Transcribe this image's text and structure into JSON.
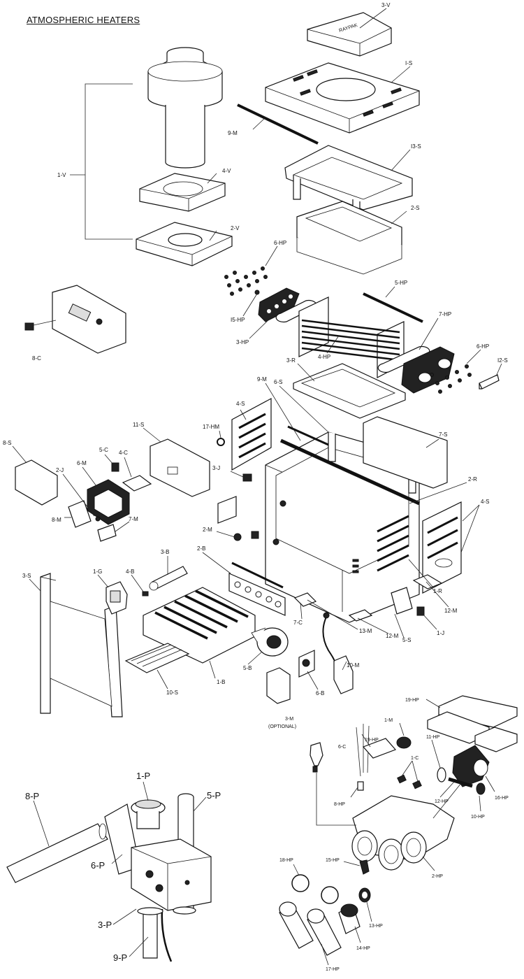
{
  "title": "ATMOSPHERIC HEATERS",
  "labels": {
    "p3V": "3-V",
    "p1S": "I-S",
    "p9M_top": "9-M",
    "p13S": "I3-S",
    "p1V": "1-V",
    "p4V": "4-V",
    "p2V": "2-V",
    "p2S": "2-S",
    "p6HP_top": "6-HP",
    "p5HP": "5-HP",
    "p15HP": "I5-HP",
    "p3HP": "3-HP",
    "p7HP": "7-HP",
    "p4HP": "4-HP",
    "p6HP_right": "6-HP",
    "p12S": "I2-S",
    "p8C": "8-C",
    "p3R": "3-R",
    "p9M_mid": "9-M",
    "p6S": "6-S",
    "p4S_left": "4-S",
    "p17HM": "17-HM",
    "p11S": "11-S",
    "p7S": "7-S",
    "p8S": "8-S",
    "p5C": "5-C",
    "p4C": "4-C",
    "p6M": "6-M",
    "p2J": "2-J",
    "p3J": "3-J",
    "p2R": "2-R",
    "p7M": "7-M",
    "p8M": "8-M",
    "p2M": "2-M",
    "p4S_right": "4-S",
    "p3B": "3-B",
    "p2B": "2-B",
    "p1R": "1-R",
    "p12M_right": "12-M",
    "p3S": "3-S",
    "p1G": "1-G",
    "p4B": "4-B",
    "p7C": "7-C",
    "p13M": "13-M",
    "p12M_mid": "12-M",
    "p5S": "5-S",
    "p1J": "1-J",
    "p1B": "1-B",
    "p5B": "5-B",
    "p10M": "10-M",
    "p10S": "10-S",
    "p6B": "6-B",
    "p19HP_top": "19-HP",
    "p3M": "3-M",
    "p3M_note": "(OPTIONAL)",
    "p1M": "1-M",
    "p6C": "6-C",
    "p19HP_mid": "19-HP",
    "p11HP": "11-HP",
    "p1C": "1-C",
    "p8HP": "8-HP",
    "p12HP": "12-HP",
    "p16HP": "16-HP",
    "p10HP": "10-HP",
    "p2HP": "2-HP",
    "p18HP": "18-HP",
    "p15HP_low": "15-HP",
    "p13HP": "13-HP",
    "p14HP": "14-HP",
    "p17HP": "17-HP",
    "p1P": "1-P",
    "p8P": "8-P",
    "p5P": "5-P",
    "p6P": "6-P",
    "p3P": "3-P",
    "p9P": "9-P"
  },
  "logo_text": "RAYPAK",
  "colors": {
    "line": "#111111",
    "background": "#ffffff",
    "fill_dark": "#222222"
  }
}
